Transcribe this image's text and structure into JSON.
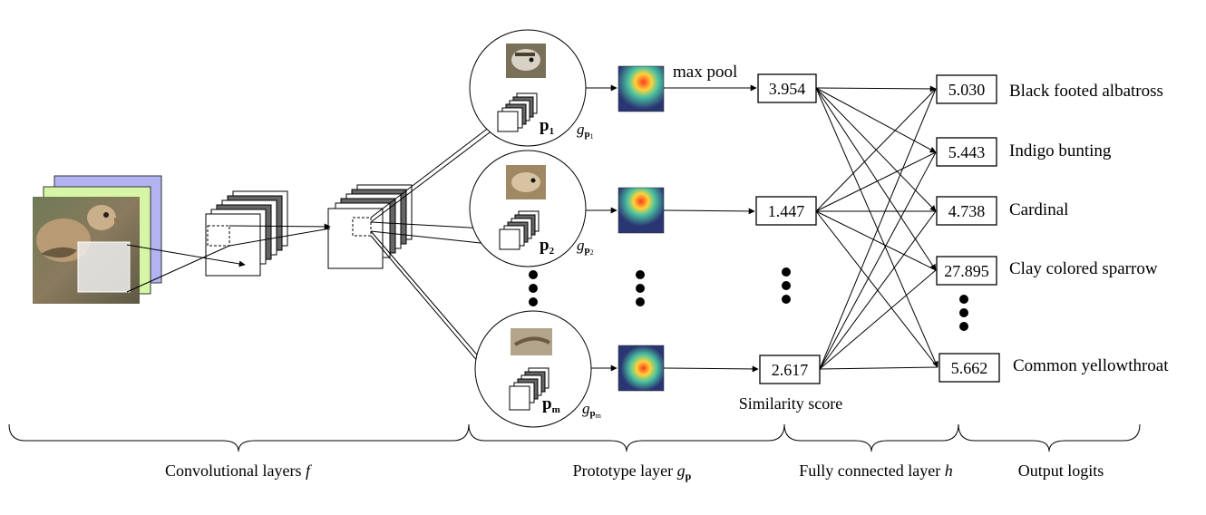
{
  "prototypes": [
    {
      "symbol": "p",
      "subscript": "1",
      "g_symbol": "g",
      "g_subscript": "p",
      "g_subsubscript": "1",
      "score": "3.954"
    },
    {
      "symbol": "p",
      "subscript": "2",
      "g_symbol": "g",
      "g_subscript": "p",
      "g_subsubscript": "2",
      "score": "1.447"
    },
    {
      "symbol": "p",
      "subscript": "m",
      "g_symbol": "g",
      "g_subscript": "p",
      "g_subsubscript": "m",
      "score": "2.617"
    }
  ],
  "max_pool_label": "max pool",
  "similarity_label": "Similarity score",
  "outputs": [
    {
      "logit": "5.030",
      "class": "Black footed albatross"
    },
    {
      "logit": "5.443",
      "class": "Indigo bunting"
    },
    {
      "logit": "4.738",
      "class": "Cardinal"
    },
    {
      "logit": "27.895",
      "class": "Clay colored sparrow"
    },
    {
      "logit": "5.662",
      "class": "Common yellowthroat"
    }
  ],
  "sections": {
    "conv": {
      "text": "Convolutional layers ",
      "symbol": "f"
    },
    "proto": {
      "text": "Prototype layer ",
      "symbol": "g",
      "sub": "p"
    },
    "fc": {
      "text": "Fully connected layer ",
      "symbol": "h"
    },
    "out": {
      "text": "Output logits"
    }
  },
  "colors": {
    "input_back": "#b3b3f2",
    "input_mid": "#d7f5a6",
    "heat_bg": "#2a3673",
    "heat_hot": "#ff3a1a"
  }
}
